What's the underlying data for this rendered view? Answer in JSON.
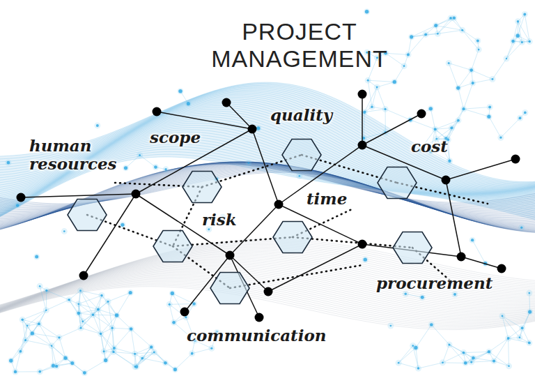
{
  "diagram": {
    "title": "PROJECT MANAGEMENT",
    "labels": [
      "human resources",
      "scope",
      "quality",
      "cost",
      "time",
      "risk",
      "procurement",
      "communication"
    ]
  }
}
